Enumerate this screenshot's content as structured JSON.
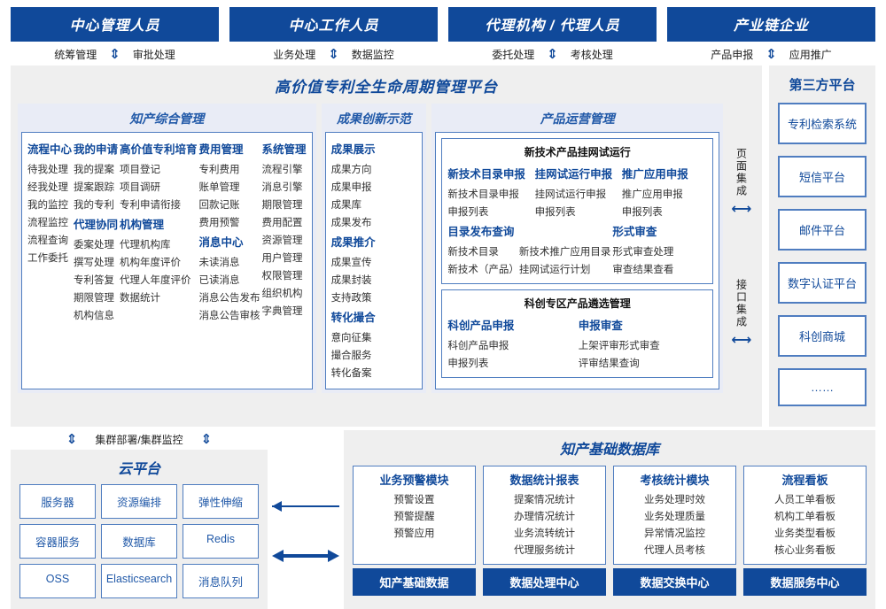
{
  "roles": [
    {
      "title": "中心管理人员",
      "actions": [
        "统筹管理",
        "审批处理"
      ]
    },
    {
      "title": "中心工作人员",
      "actions": [
        "业务处理",
        "数据监控"
      ]
    },
    {
      "title": "代理机构 / 代理人员",
      "actions": [
        "委托处理",
        "考核处理"
      ]
    },
    {
      "title": "产业链企业",
      "actions": [
        "产品申报",
        "应用推广"
      ]
    }
  ],
  "platform": {
    "title": "高价值专利全生命周期管理平台",
    "sections": {
      "zhichan": {
        "title": "知产综合管理",
        "columns": [
          {
            "groups": [
              {
                "header": "流程中心",
                "items": [
                  "待我处理",
                  "经我处理",
                  "我的监控",
                  "流程监控",
                  "流程查询",
                  "工作委托"
                ]
              }
            ]
          },
          {
            "groups": [
              {
                "header": "我的申请",
                "items": [
                  "我的提案",
                  "提案跟踪",
                  "我的专利"
                ]
              },
              {
                "header": "代理协同",
                "items": [
                  "委案处理",
                  "撰写处理",
                  "专利答复",
                  "期限管理",
                  "机构信息"
                ]
              }
            ]
          },
          {
            "groups": [
              {
                "header": "高价值专利培育",
                "items": [
                  "项目登记",
                  "项目调研",
                  "专利申请衔接"
                ]
              },
              {
                "header": "机构管理",
                "items": [
                  "代理机构库",
                  "机构年度评价",
                  "代理人年度评价",
                  "数据统计"
                ]
              }
            ]
          },
          {
            "groups": [
              {
                "header": "费用管理",
                "items": [
                  "专利费用",
                  "账单管理",
                  "回款记账",
                  "费用预警"
                ]
              },
              {
                "header": "消息中心",
                "items": [
                  "未读消息",
                  "已读消息",
                  "消息公告发布",
                  "消息公告审核"
                ]
              }
            ]
          },
          {
            "groups": [
              {
                "header": "系统管理",
                "items": [
                  "流程引擎",
                  "消息引擎",
                  "期限管理",
                  "费用配置",
                  "资源管理",
                  "用户管理",
                  "权限管理",
                  "组织机构",
                  "字典管理"
                ]
              }
            ]
          }
        ]
      },
      "chengguo": {
        "title": "成果创新示范",
        "columns": [
          {
            "groups": [
              {
                "header": "成果展示",
                "items": [
                  "成果方向",
                  "成果申报",
                  "成果库",
                  "成果发布"
                ]
              },
              {
                "header": "成果推介",
                "items": [
                  "成果宣传",
                  "成果封装",
                  "支持政策"
                ]
              },
              {
                "header": "转化撮合",
                "items": [
                  "意向征集",
                  "撮合服务",
                  "转化备案"
                ]
              }
            ]
          }
        ]
      },
      "chanpin": {
        "title": "产品运营管理",
        "boxes": [
          {
            "title": "新技术产品挂网试运行",
            "rows": [
              {
                "columns": [
                  {
                    "header": "新技术目录申报",
                    "items": [
                      "新技术目录申报",
                      "申报列表"
                    ]
                  },
                  {
                    "header": "挂网试运行申报",
                    "items": [
                      "挂网试运行申报",
                      "申报列表"
                    ]
                  },
                  {
                    "header": "推广应用申报",
                    "items": [
                      "推广应用申报",
                      "申报列表"
                    ]
                  }
                ]
              },
              {
                "columns": [
                  {
                    "header": "目录发布查询",
                    "items": [
                      "新技术目录　　新技术推广应用目录",
                      "新技术（产品）挂网试运行计划"
                    ]
                  },
                  {
                    "header": "形式审查",
                    "items": [
                      "形式审查处理",
                      "审查结果查看"
                    ]
                  }
                ]
              }
            ]
          },
          {
            "title": "科创专区产品遴选管理",
            "rows": [
              {
                "columns": [
                  {
                    "header": "科创产品申报",
                    "items": [
                      "科创产品申报",
                      "申报列表"
                    ]
                  },
                  {
                    "header": "申报审查",
                    "items": [
                      "上架评审形式审查",
                      "评审结果查询"
                    ]
                  }
                ]
              }
            ]
          }
        ]
      }
    }
  },
  "integration": {
    "page": "页面集成",
    "api": "接口集成"
  },
  "third_party": {
    "title": "第三方平台",
    "items": [
      "专利检索系统",
      "短信平台",
      "邮件平台",
      "数字认证平台",
      "科创商城",
      "……"
    ]
  },
  "cloud": {
    "cluster_label": "集群部署/集群监控",
    "title": "云平台",
    "cells": [
      "服务器",
      "资源编排",
      "弹性伸缩",
      "容器服务",
      "数据库",
      "Redis",
      "OSS",
      "Elasticsearch",
      "消息队列"
    ]
  },
  "knowledge_base": {
    "title": "知产基础数据库",
    "cards": [
      {
        "header": "业务预警模块",
        "items": [
          "预警设置",
          "预警提醒",
          "预警应用"
        ],
        "footer": "知产基础数据"
      },
      {
        "header": "数据统计报表",
        "items": [
          "提案情况统计",
          "办理情况统计",
          "业务流转统计",
          "代理服务统计"
        ],
        "footer": "数据处理中心"
      },
      {
        "header": "考核统计模块",
        "items": [
          "业务处理时效",
          "业务处理质量",
          "异常情况监控",
          "代理人员考核"
        ],
        "footer": "数据交换中心"
      },
      {
        "header": "流程看板",
        "items": [
          "人员工单看板",
          "机构工单看板",
          "业务类型看板",
          "核心业务看板"
        ],
        "footer": "数据服务中心"
      }
    ]
  },
  "colors": {
    "brand_blue": "#10499a",
    "accent_blue": "#2159a8",
    "border_blue": "#4f7dc0",
    "panel_grey": "#efefef",
    "section_grey": "#e9ecf6"
  }
}
